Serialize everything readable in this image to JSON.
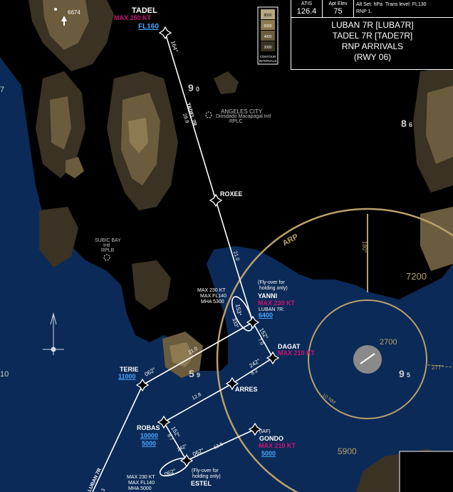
{
  "header": {
    "atis_label": "ATIS",
    "atis_value": "126.4",
    "apt_elev_label": "Apt Elev",
    "apt_elev_value": "75",
    "alt_set": "Alt Set: hPa",
    "trans_level": "Trans level: FL130",
    "rnp": "RNP 1.",
    "title_lines": [
      "LUBAN 7R [LUBA7R]",
      "TADEL 7R [TADE7R]",
      "RNP ARRIVALS",
      "(RWY 06)"
    ]
  },
  "contour_legend": {
    "levels": [
      "8000",
      "6000",
      "4000",
      "2000"
    ],
    "caption_line1": "CONTOUR",
    "caption_line2": "INTERVALS"
  },
  "colors": {
    "water": "#0b2a57",
    "land": "#000000",
    "terrain_low": "#3a3222",
    "terrain_mid": "#6b5c3d",
    "terrain_high": "#8d7a50",
    "route": "#ffffff",
    "speed_restriction": "#cc1477",
    "altitude": "#4aa8ff",
    "arp_ring": "#b8a06a"
  },
  "peak": {
    "elevation": "6674"
  },
  "airports": {
    "angeles_line1": "ANGELES CITY",
    "angeles_line2": "Diosdado Macapagal Intl",
    "angeles_line3": "RPLC",
    "subic_line1": "SUBIC BAY",
    "subic_line2": "Intl",
    "subic_line3": "RPLB"
  },
  "waypoints": {
    "tadel": {
      "name": "TADEL",
      "speed": "MAX 250 KT",
      "altitude": "FL160"
    },
    "roxee": {
      "name": "ROXEE"
    },
    "yanni": {
      "note1": "(Fly-over for",
      "note2": "holding only)",
      "name": "YANNI",
      "speed": "MAX 230 KT",
      "route_label": "LUBAN 7R:",
      "altitude": "6400"
    },
    "dagat": {
      "name": "DAGAT",
      "speed": "MAX 210 KT"
    },
    "terie": {
      "name": "TERIE",
      "altitude": "11000"
    },
    "arres": {
      "name": "ARRES"
    },
    "robas": {
      "name": "ROBAS",
      "altitude1": "10000",
      "altitude2": "5000"
    },
    "gondo": {
      "prefix": "(IAF)",
      "name": "GONDO",
      "speed": "MAX 210 KT",
      "altitude": "5000"
    },
    "estel": {
      "note1": "(Fly-over for",
      "note2": "holding only)",
      "name": "ESTEL"
    }
  },
  "holdings": {
    "yanni": {
      "line1": "MAX 230 KT",
      "line2": "MAX FL140",
      "line3": "MHA 5300"
    },
    "estel": {
      "line1": "MAX 230 KT",
      "line2": "MAX FL140",
      "line3": "MHA 5000"
    }
  },
  "route_labels": {
    "tadel_course": "164°",
    "tadel_leg": "TADEL 7R",
    "tadel_dist": "28.9",
    "roxee_dist": "21.0",
    "yanni_hold_in": "153°",
    "yanni_hold_out": "333°",
    "yanni_dagat_course": "152°",
    "yanni_dagat_dist": "7.0",
    "dagat_arres_course": "242°",
    "dagat_arres_dist": "8.2",
    "terie_course": "062°",
    "terie_dist": "21.0",
    "arres_robas_dist": "12.8",
    "robas_course": "152°",
    "robas_dist": "8.7",
    "estel_course": "242°",
    "estel_gondo_course": "062°",
    "estel_gondo_dist": "12.8",
    "estel_hold": "062°",
    "bottom_leg": "LUBAN 7R",
    "bottom_dist": "3"
  },
  "arp": {
    "label": "ARP",
    "bearing_north": "180°",
    "bearing_east": "277°",
    "radius_label": "10 NM"
  },
  "msa": {
    "m7200": "7200",
    "m2700": "2700",
    "m5900": "5900"
  },
  "grid": {
    "g90_main": "9",
    "g90_sub": "0",
    "g86_main": "8",
    "g86_sub": "6",
    "g59_main": "5",
    "g59_sub": "9",
    "g95_main": "9",
    "g95_sub": "5",
    "left_7": "7",
    "left_10": "10"
  }
}
